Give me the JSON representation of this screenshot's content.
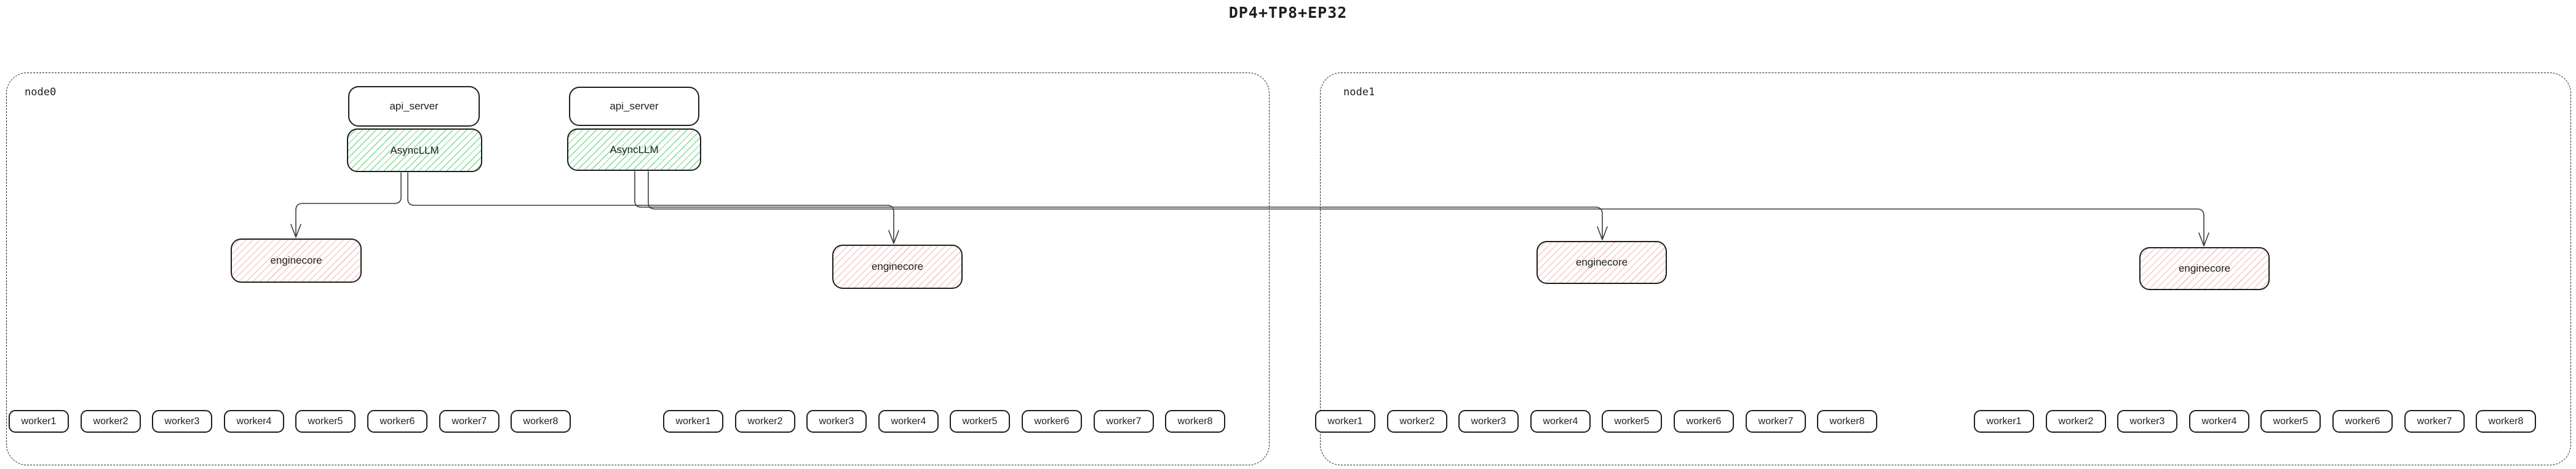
{
  "title": "DP4+TP8+EP32",
  "colors": {
    "stroke": "#1e1e1e",
    "connector": "#3c3c3c",
    "async_llm_hatch": "#7ddb92",
    "enginecore_hatch": "#f6b8b8"
  },
  "nodes": [
    {
      "label": "node0",
      "llm_stacks": [
        {
          "api_server": "api_server",
          "async_llm": "AsyncLLM"
        },
        {
          "api_server": "api_server",
          "async_llm": "AsyncLLM"
        }
      ],
      "enginecores": [
        "enginecore",
        "enginecore"
      ],
      "worker_groups": [
        [
          "worker1",
          "worker2",
          "worker3",
          "worker4",
          "worker5",
          "worker6",
          "worker7",
          "worker8"
        ],
        [
          "worker1",
          "worker2",
          "worker3",
          "worker4",
          "worker5",
          "worker6",
          "worker7",
          "worker8"
        ]
      ]
    },
    {
      "label": "node1",
      "llm_stacks": [],
      "enginecores": [
        "enginecore",
        "enginecore"
      ],
      "worker_groups": [
        [
          "worker1",
          "worker2",
          "worker3",
          "worker4",
          "worker5",
          "worker6",
          "worker7",
          "worker8"
        ],
        [
          "worker1",
          "worker2",
          "worker3",
          "worker4",
          "worker5",
          "worker6",
          "worker7",
          "worker8"
        ]
      ]
    }
  ]
}
